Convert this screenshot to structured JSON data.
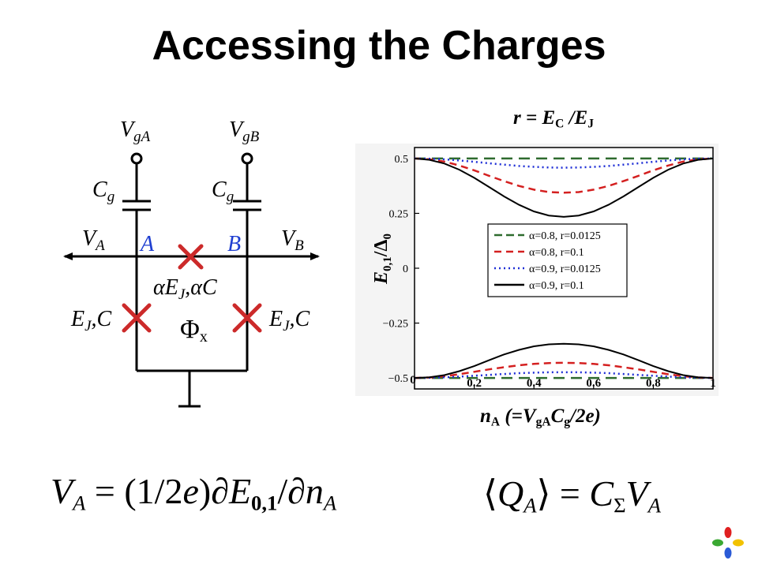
{
  "slide": {
    "title": "Accessing the Charges"
  },
  "circuit": {
    "vga": "V",
    "vga_sub": "gA",
    "vgb": "V",
    "vgb_sub": "gB",
    "cg_left": "C",
    "cg_left_sub": "g",
    "cg_right": "C",
    "cg_right_sub": "g",
    "va": "V",
    "va_sub": "A",
    "vb": "V",
    "vb_sub": "B",
    "node_a": "A",
    "node_b": "B",
    "center_junction": "αE",
    "center_junction_sub": "J",
    "center_junction_tail": ",αC",
    "left_junction": "E",
    "left_junction_sub": "J",
    "left_junction_tail": ",C",
    "right_junction": "E",
    "right_junction_sub": "J",
    "right_junction_tail": ",C",
    "flux": "Φ",
    "flux_sub": "x",
    "colors": {
      "junction": "#cc2a2a",
      "node": "#1f3fd1"
    }
  },
  "chart_data": {
    "type": "line",
    "title_r": "r",
    "title_eq": " = E",
    "title_sub1": "C",
    "title_mid": " /E",
    "title_sub2": "J",
    "xlabel": "n",
    "xlabel_sub": "A",
    "xlabel_mid": " (=V",
    "xlabel_sub2": "gA",
    "xlabel_c": "C",
    "xlabel_sub3": "g",
    "xlabel_tail": "/2e)",
    "ylabel": "E",
    "ylabel_sub": "0,1",
    "ylabel_tail": "/Δ",
    "ylabel_sub2": "0",
    "xlim": [
      0,
      1
    ],
    "ylim": [
      -0.55,
      0.55
    ],
    "xticks": [
      "0",
      "0.2",
      "0.4",
      "0.6",
      "0.8",
      "1"
    ],
    "xtick_values": [
      0,
      0.2,
      0.4,
      0.6,
      0.8,
      1
    ],
    "yticks": [
      "0.5",
      "0.25",
      "0",
      "−0.25",
      "−0.5"
    ],
    "ytick_values": [
      0.5,
      0.25,
      0,
      -0.25,
      -0.5
    ],
    "x": [
      0,
      0.05,
      0.1,
      0.15,
      0.2,
      0.25,
      0.3,
      0.35,
      0.4,
      0.45,
      0.5,
      0.55,
      0.6,
      0.65,
      0.7,
      0.75,
      0.8,
      0.85,
      0.9,
      0.95,
      1
    ],
    "series": [
      {
        "legend": "α=0.8, r=0.0125",
        "color": "#2e6b2e",
        "dash": "14,8",
        "upper": [
          0.5,
          0.5,
          0.5,
          0.5,
          0.5,
          0.5,
          0.5,
          0.5,
          0.5,
          0.5,
          0.5,
          0.5,
          0.5,
          0.5,
          0.5,
          0.5,
          0.5,
          0.5,
          0.5,
          0.5,
          0.5
        ],
        "lower": [
          -0.5,
          -0.5,
          -0.5,
          -0.5,
          -0.5,
          -0.5,
          -0.5,
          -0.5,
          -0.5,
          -0.5,
          -0.5,
          -0.5,
          -0.5,
          -0.5,
          -0.5,
          -0.5,
          -0.5,
          -0.5,
          -0.5,
          -0.5,
          -0.5
        ]
      },
      {
        "legend": "α=0.8, r=0.1",
        "color": "#d42020",
        "dash": "9,6",
        "upper": [
          0.5,
          0.496,
          0.486,
          0.468,
          0.446,
          0.421,
          0.397,
          0.375,
          0.358,
          0.347,
          0.344,
          0.347,
          0.358,
          0.375,
          0.397,
          0.421,
          0.446,
          0.468,
          0.486,
          0.496,
          0.5
        ],
        "lower": [
          -0.5,
          -0.498,
          -0.492,
          -0.483,
          -0.472,
          -0.461,
          -0.451,
          -0.442,
          -0.436,
          -0.432,
          -0.431,
          -0.432,
          -0.436,
          -0.442,
          -0.451,
          -0.461,
          -0.472,
          -0.483,
          -0.492,
          -0.498,
          -0.5
        ]
      },
      {
        "legend": "α=0.9, r=0.0125",
        "color": "#1f2fd6",
        "dash": "2,4",
        "upper": [
          0.5,
          0.499,
          0.496,
          0.491,
          0.485,
          0.478,
          0.472,
          0.466,
          0.462,
          0.459,
          0.458,
          0.459,
          0.462,
          0.466,
          0.472,
          0.478,
          0.485,
          0.491,
          0.496,
          0.499,
          0.5
        ],
        "lower": [
          -0.5,
          -0.499,
          -0.497,
          -0.494,
          -0.49,
          -0.486,
          -0.482,
          -0.478,
          -0.476,
          -0.474,
          -0.474,
          -0.474,
          -0.476,
          -0.478,
          -0.482,
          -0.486,
          -0.49,
          -0.494,
          -0.497,
          -0.499,
          -0.5
        ]
      },
      {
        "legend": "α=0.9, r=0.1",
        "color": "#000000",
        "dash": "",
        "upper": [
          0.5,
          0.494,
          0.477,
          0.449,
          0.412,
          0.37,
          0.327,
          0.289,
          0.259,
          0.24,
          0.234,
          0.24,
          0.259,
          0.289,
          0.327,
          0.37,
          0.412,
          0.449,
          0.477,
          0.494,
          0.5
        ],
        "lower": [
          -0.5,
          -0.497,
          -0.487,
          -0.469,
          -0.446,
          -0.419,
          -0.393,
          -0.372,
          -0.356,
          -0.347,
          -0.344,
          -0.347,
          -0.356,
          -0.372,
          -0.393,
          -0.419,
          -0.446,
          -0.469,
          -0.487,
          -0.497,
          -0.5
        ]
      }
    ]
  },
  "equations": {
    "left": {
      "v": "V",
      "v_sub": "A",
      "eq": " = (1/2",
      "e": "e",
      "close": ")∂",
      "E": "E",
      "E_sub": "0,1",
      "slash": "/∂",
      "n": "n",
      "n_sub": "A"
    },
    "right": {
      "open": "⟨",
      "q": "Q",
      "q_sub": "A",
      "close": "⟩ = ",
      "c": "C",
      "c_sub": "Σ",
      "v": "V",
      "v_sub": "A"
    }
  },
  "logo": {
    "colors": [
      "#e02020",
      "#f2c200",
      "#3aa832",
      "#2a5ad6"
    ]
  }
}
